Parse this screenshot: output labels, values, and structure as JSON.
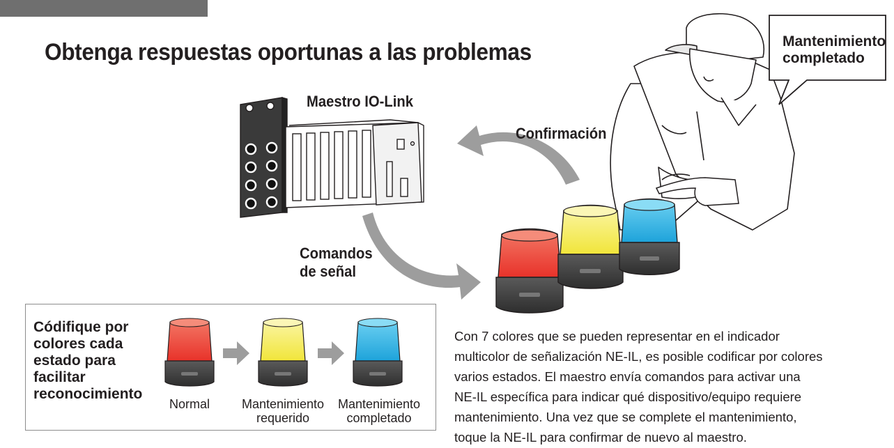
{
  "title": "Obtenga respuestas oportunas a las problemas",
  "bubble": {
    "line1": "Mantenimiento",
    "line2": "completado"
  },
  "labels": {
    "master": "Maestro IO-Link",
    "confirmation": "Confirmación",
    "commands_line1": "Comandos",
    "commands_line2": "de señal"
  },
  "legend": {
    "heading": [
      "Códifique por",
      "colores cada",
      "estado para",
      "facilitar",
      "reconocimiento"
    ],
    "states": [
      {
        "line1": "Normal",
        "line2": ""
      },
      {
        "line1": "Mantenimiento",
        "line2": "requerido"
      },
      {
        "line1": "Mantenimiento",
        "line2": "completado"
      }
    ]
  },
  "description": [
    "Con 7 colores que se pueden representar en el indicador",
    "multicolor de señalización NE-IL, es posible codificar por colores",
    "varios estados. El maestro envía comandos para activar una",
    "NE-IL específica para indicar qué dispositivo/equipo requiere",
    "mantenimiento. Una vez que se complete el mantenimiento,",
    "toque la NE-IL para confirmar de nuevo al maestro."
  ],
  "colors": {
    "red": "#ef4b3a",
    "yellow": "#f6ee64",
    "blue": "#2eb2e3",
    "arrow": "#9d9d9d",
    "device": "#3a3a3a"
  }
}
